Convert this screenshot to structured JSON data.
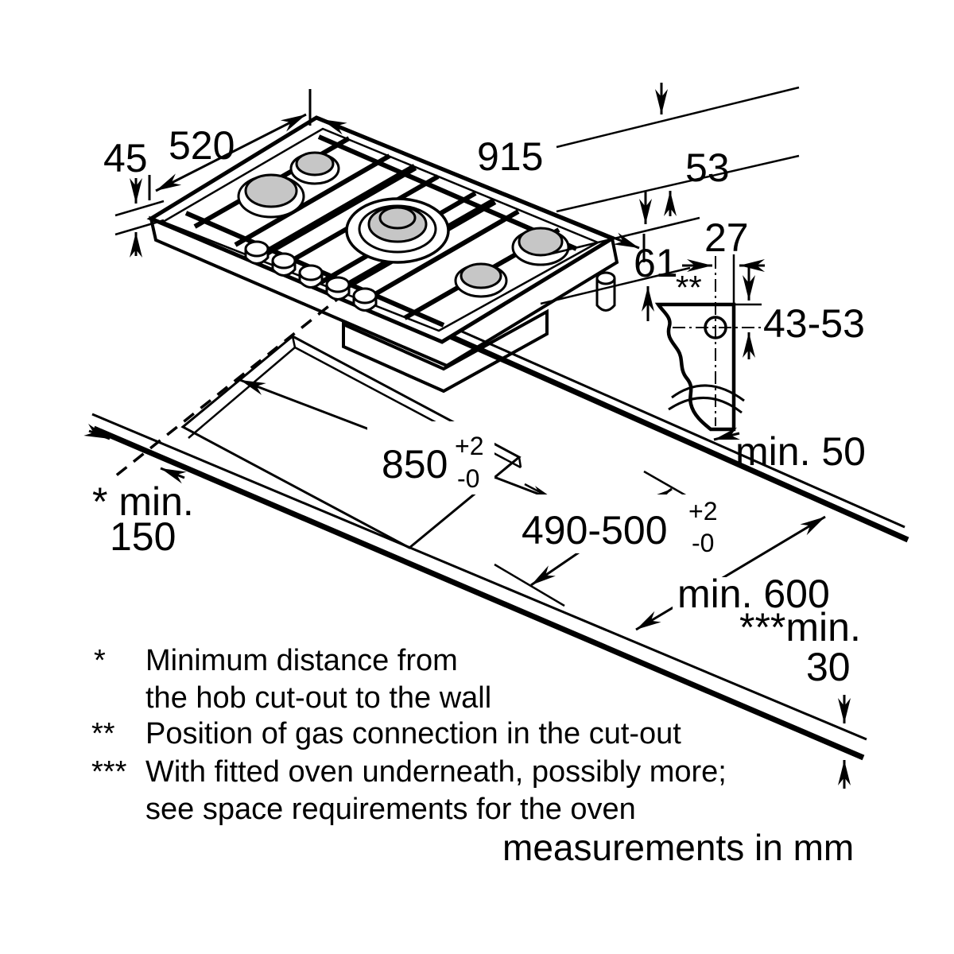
{
  "labels": {
    "hob_height": "45",
    "hob_depth": "520",
    "hob_width": "915",
    "rim_height": "53",
    "body_height": "61",
    "gas_offset": "27",
    "gas_marker": "**",
    "gas_height_range": "43-53",
    "cutout_width": "850",
    "cutout_width_tol_plus": "+2",
    "cutout_width_tol_minus": "-0",
    "cutout_depth": "490-500",
    "cutout_depth_tol_plus": "+2",
    "cutout_depth_tol_minus": "-0",
    "rear_clearance": "min. 50",
    "side_clearance_label": "* min.",
    "side_clearance_value": "150",
    "worktop_depth": "min. 600",
    "under_clearance_label": "***min.",
    "under_clearance_value": "30"
  },
  "footnotes": [
    {
      "marker": "*",
      "lines": [
        "Minimum distance from",
        "the hob cut-out to the wall"
      ]
    },
    {
      "marker": "**",
      "lines": [
        "Position of gas connection in the cut-out"
      ]
    },
    {
      "marker": "***",
      "lines": [
        "With fitted oven underneath, possibly more;",
        "see space requirements for the oven"
      ]
    }
  ],
  "units_note": "measurements in mm"
}
